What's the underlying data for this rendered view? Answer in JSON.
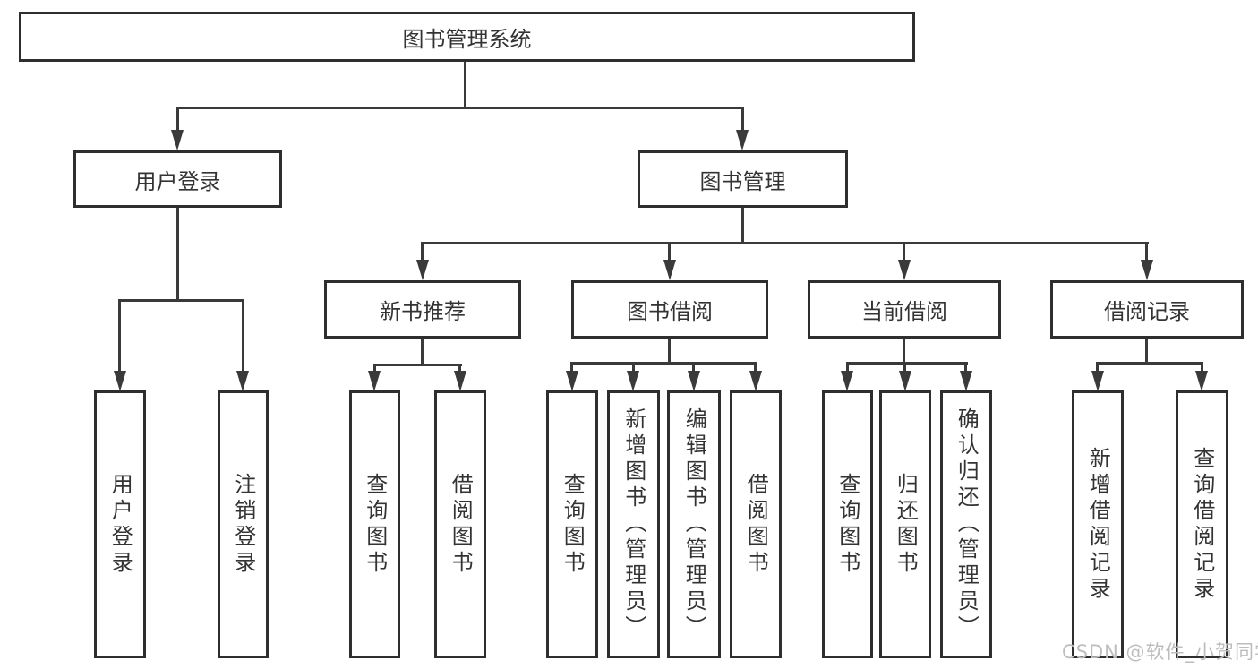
{
  "diagram": {
    "root": {
      "label": "图书管理系统"
    },
    "level2": [
      {
        "label": "用户登录"
      },
      {
        "label": "图书管理"
      }
    ],
    "level3": [
      {
        "label": "新书推荐",
        "parent": "图书管理"
      },
      {
        "label": "图书借阅",
        "parent": "图书管理"
      },
      {
        "label": "当前借阅",
        "parent": "图书管理"
      },
      {
        "label": "借阅记录",
        "parent": "图书管理"
      }
    ],
    "leaves": [
      {
        "label": "用户登录",
        "parent": "用户登录"
      },
      {
        "label": "注销登录",
        "parent": "用户登录"
      },
      {
        "label": "查询图书",
        "parent": "新书推荐"
      },
      {
        "label": "借阅图书",
        "parent": "新书推荐"
      },
      {
        "label": "查询图书",
        "parent": "图书借阅"
      },
      {
        "label": "新增图书（管理员）",
        "parent": "图书借阅"
      },
      {
        "label": "编辑图书（管理员）",
        "parent": "图书借阅"
      },
      {
        "label": "借阅图书",
        "parent": "图书借阅"
      },
      {
        "label": "查询图书",
        "parent": "当前借阅"
      },
      {
        "label": "归还图书",
        "parent": "当前借阅"
      },
      {
        "label": "确认归还（管理员）",
        "parent": "当前借阅"
      },
      {
        "label": "新增借阅记录",
        "parent": "借阅记录"
      },
      {
        "label": "查询借阅记录",
        "parent": "借阅记录"
      }
    ]
  },
  "watermark": "CSDN @软件_小贺同学",
  "colors": {
    "line": "#3a3a3a",
    "box_border": "#2e2e2e",
    "text": "#333333",
    "watermark": "#bdbdbd",
    "background": "#ffffff"
  }
}
